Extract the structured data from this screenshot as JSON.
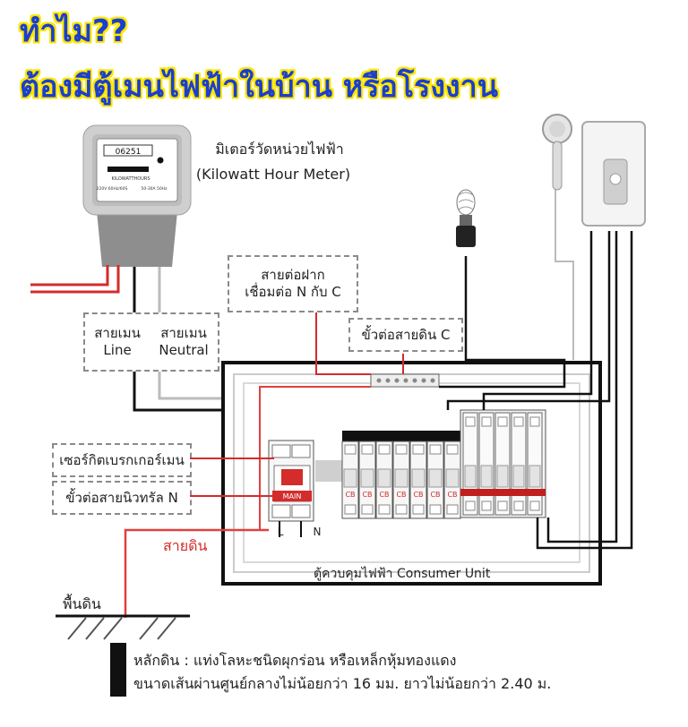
{
  "title": {
    "line1": "ทำไม??",
    "line2": "ต้องมีตู้เมนไฟฟ้าในบ้าน หรือโรงงาน"
  },
  "meter": {
    "label_th": "มิเตอร์วัดหน่วยไฟฟ้า",
    "label_en": "(Kilowatt Hour Meter)",
    "digits": "06251",
    "face_title": "KILOWATTHOURS",
    "spec_left": "220V 60Hz/60S",
    "spec_right": "50-30A 50Hz"
  },
  "labels": {
    "bridge_wire_line1": "สายต่อฝาก",
    "bridge_wire_line2": "เชื่อมต่อ N กับ C",
    "ground_terminal": "ขั้วต่อสายดิน C",
    "main_line_th": "สายเมน",
    "main_line_en": "Line",
    "main_neutral_th": "สายเมน",
    "main_neutral_en": "Neutral",
    "main_breaker": "เซอร์กิตเบรกเกอร์เมน",
    "neutral_terminal": "ขั้วต่อสายนิวทรัล N",
    "ground_wire": "สายดิน",
    "ground_level": "พื้นดิน",
    "consumer_unit": "ตู้ควบคุมไฟฟ้า Consumer Unit",
    "ground_rod_line1": "หลักดิน : แท่งโลหะชนิดผุกร่อน หรือเหล็กหุ้มทองแดง",
    "ground_rod_line2": "ขนาดเส้นผ่านศูนย์กลางไม่น้อยกว่า 16 มม. ยาวไม่น้อยกว่า 2.40 ม."
  },
  "breaker": {
    "main_text": "MAIN",
    "left_mark": "L",
    "right_mark": "N",
    "branch_text": "CB"
  },
  "colors": {
    "title_blue": "#1a3fcf",
    "title_outline": "#ffe600",
    "live_wire": "#d42b2b",
    "neutral_wire": "#111111",
    "earth_wire": "#e04040"
  }
}
